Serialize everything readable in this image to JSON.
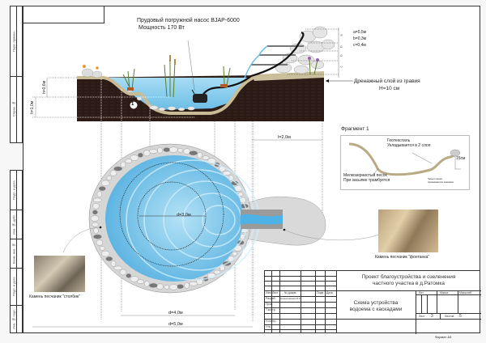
{
  "sheet": {
    "format_label": "Формат А3",
    "side_stamp": [
      "Перв. примен.",
      "Справ. №",
      "Подп. и дата",
      "Инв. № дубл.",
      "Взам. инв. №",
      "Подп. и дата",
      "Инв. № подл."
    ]
  },
  "section": {
    "pump_line1": "Прудовый погружной насос BJAP-6000",
    "pump_line2": "Мощность 170 Вт",
    "drain_line1": "Дренажный слой из гравия",
    "drain_line2": "H=10 см",
    "cascade_dims": [
      "a=0,5м",
      "b=0,3м",
      "c=0,4м"
    ],
    "cascade_letters": [
      "a",
      "b",
      "b",
      "c"
    ],
    "depth_h1": "h=0,6м",
    "depth_h2": "h=1,0м",
    "marker": "1"
  },
  "plan": {
    "d_inner": "d=3,0м",
    "d_mid": "d=4,0м",
    "d_outer": "d=5,0м",
    "stream_length": "l=2,0м"
  },
  "fragment": {
    "title": "Фрагмент 1",
    "geotextile_line1": "Геотекстиль",
    "geotextile_line2": "Укладывается в 2 слоя",
    "sand_line1": "Мелкозернистый песок",
    "sand_line2": "При засыпке трамбуется",
    "height_label": "15см",
    "note_line1": "*края пленки",
    "note_line2": "прижимаются камнями"
  },
  "photos": {
    "left_caption": "Камень песчаник \"столбик\"",
    "right_caption": "Камень песчаник \"фонтанка\""
  },
  "titleblock": {
    "project_line1": "Проект благоустройства и озеленения",
    "project_line2": "частного участка в д.Ратомка",
    "drawing_line1": "Схема устройства",
    "drawing_line2": "водоема с каскадами",
    "col_headers": [
      "Изм.",
      "Лист",
      "№ докум.",
      "Подп.",
      "Дата"
    ],
    "rows": [
      "Разраб.",
      "Пров.",
      "Т.контр.",
      "",
      "Н.контр.",
      "Утв."
    ],
    "developer": "Осмоловская М.К.",
    "lit_label": "Лит.",
    "mass_label": "Масса",
    "scale_label": "Масштаб",
    "sheet_label": "Лист",
    "sheet_value": "3",
    "sheets_label": "Листов",
    "sheets_value": "5"
  },
  "colors": {
    "water": "#7ec8ea",
    "water_dark": "#4fa9d8",
    "soil": "#2a1a16",
    "gravel": "#c9bf9c",
    "frame": "#333333"
  }
}
